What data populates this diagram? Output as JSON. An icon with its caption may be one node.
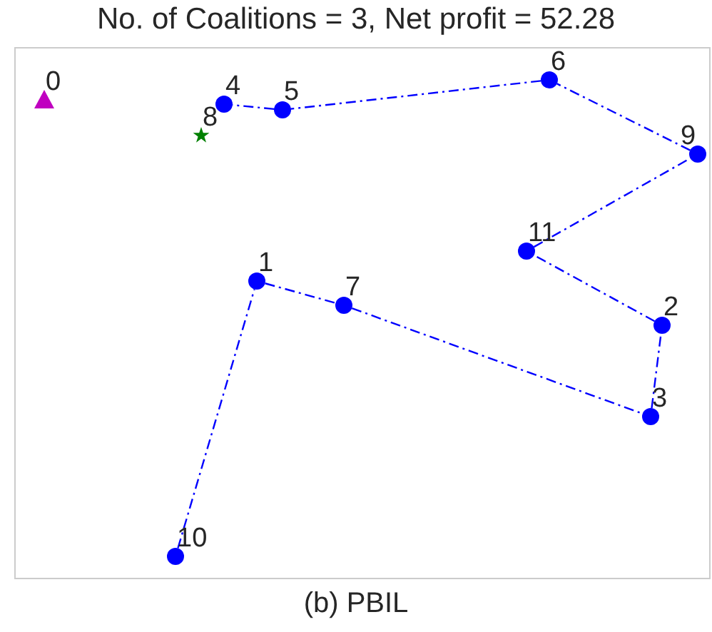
{
  "diagram": {
    "title": "No. of Coalitions = 3, Net profit = 52.28",
    "caption": "(b) PBIL",
    "nodes": [
      {
        "text": [
          "0"
        ]
      },
      {
        "text": [
          "1"
        ]
      },
      {
        "text": [
          "2"
        ]
      },
      {
        "text": [
          "3"
        ]
      },
      {
        "text": [
          "4"
        ]
      },
      {
        "text": [
          "5"
        ]
      },
      {
        "text": [
          "6"
        ]
      },
      {
        "text": [
          "7"
        ]
      },
      {
        "text": [
          "8"
        ]
      },
      {
        "text": [
          "9"
        ]
      },
      {
        "text": [
          "10"
        ]
      },
      {
        "text": [
          "11"
        ]
      }
    ],
    "edges": [
      {
        "from": 10,
        "to": 1,
        "arrow": "none"
      },
      {
        "from": 1,
        "to": 7,
        "arrow": "none"
      },
      {
        "from": 7,
        "to": 3,
        "arrow": "none"
      },
      {
        "from": 3,
        "to": 2,
        "arrow": "none"
      },
      {
        "from": 2,
        "to": 11,
        "arrow": "none"
      },
      {
        "from": 11,
        "to": 9,
        "arrow": "none"
      },
      {
        "from": 9,
        "to": 6,
        "arrow": "none"
      },
      {
        "from": 6,
        "to": 5,
        "arrow": "none"
      },
      {
        "from": 5,
        "to": 4,
        "arrow": "none"
      }
    ]
  }
}
